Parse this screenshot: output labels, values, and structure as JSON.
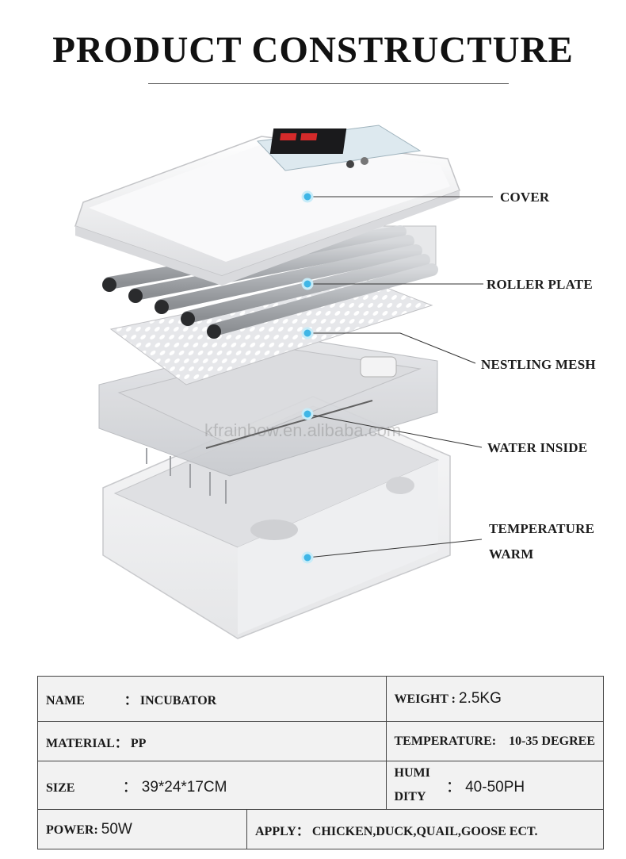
{
  "title": "PRODUCT CONSTRUCTURE",
  "watermark": "kfrainbow.en.alibaba.com",
  "callouts": {
    "cover": "COVER",
    "roller_plate": "ROLLER PLATE",
    "nestling_mesh": "NESTLING MESH",
    "water_inside": "WATER INSIDE",
    "temperature_line1": "TEMPERATURE",
    "temperature_line2": "WARM"
  },
  "colors": {
    "callout_dot": "#3fb6e6",
    "table_bg": "#f2f2f2",
    "table_border": "#444444"
  },
  "specs": {
    "name_label": "NAME",
    "name_value": "： INCUBATOR",
    "weight_label": "WEIGHT :",
    "weight_value": "2.5KG",
    "material_label": "MATERIAL：",
    "material_value": "PP",
    "temperature_label": "TEMPERATURE:",
    "temperature_value": "10-35 DEGREE",
    "size_label": "SIZE",
    "size_value": "：  39*24*17CM",
    "humidity_label_1": "HUMI",
    "humidity_label_2": "DITY",
    "humidity_value": "：  40-50PH",
    "power_label": "POWER:",
    "power_value": "50W",
    "apply_label": "APPLY：",
    "apply_value": "CHICKEN,DUCK,QUAIL,GOOSE ECT."
  }
}
